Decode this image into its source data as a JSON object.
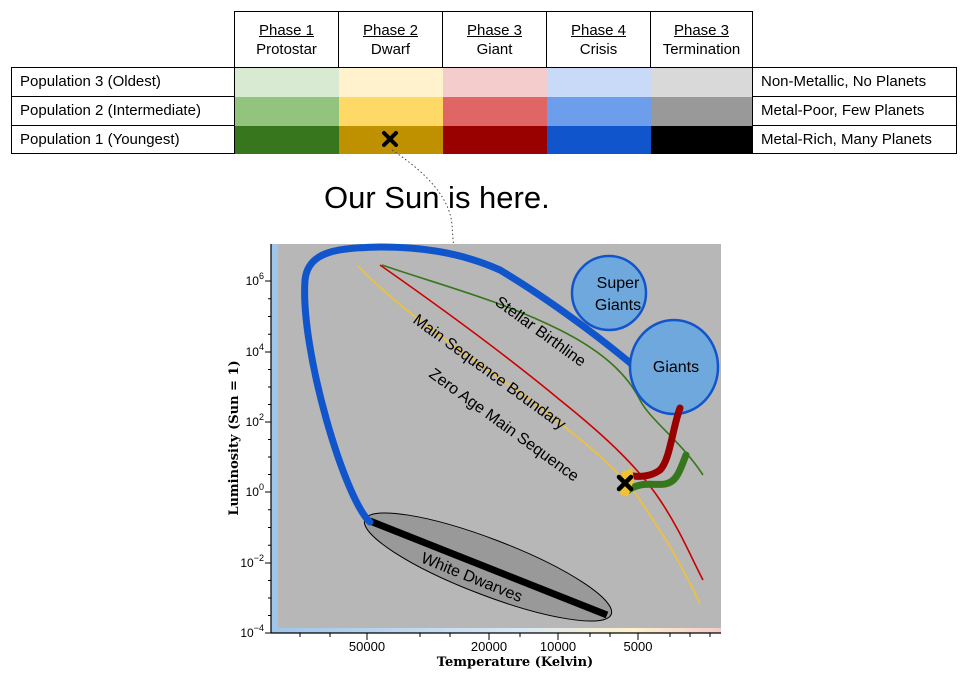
{
  "phases": [
    {
      "phase": "Phase 1",
      "name": "Protostar"
    },
    {
      "phase": "Phase 2",
      "name": "Dwarf"
    },
    {
      "phase": "Phase 3",
      "name": "Giant"
    },
    {
      "phase": "Phase 4",
      "name": "Crisis"
    },
    {
      "phase": "Phase 3",
      "name": "Termination"
    }
  ],
  "populations": [
    {
      "label": "Population 3 (Oldest)",
      "description": "Non-Metallic, No Planets",
      "colors": [
        "#d9ead3",
        "#fff2cc",
        "#f4cccc",
        "#c9daf8",
        "#d9d9d9"
      ]
    },
    {
      "label": "Population 2 (Intermediate)",
      "description": "Metal-Poor, Few Planets",
      "colors": [
        "#93c47d",
        "#ffd966",
        "#e06666",
        "#6d9eeb",
        "#999999"
      ]
    },
    {
      "label": "Population 1 (Youngest)",
      "description": "Metal-Rich, Many Planets",
      "colors": [
        "#38761d",
        "#bf9000",
        "#990000",
        "#1155cc",
        "#000000"
      ]
    }
  ],
  "sun_note": "Our Sun is here.",
  "plot": {
    "ylabel": "Luminosity (Sun = 1)",
    "xlabel": "Temperature (Kelvin)",
    "x_ticks": [
      "50000",
      "20000",
      "10000",
      "5000"
    ],
    "y_ticks": [
      {
        "base": "10",
        "exp": "6"
      },
      {
        "base": "10",
        "exp": "4"
      },
      {
        "base": "10",
        "exp": "2"
      },
      {
        "base": "10",
        "exp": "0"
      },
      {
        "base": "10",
        "exp": "−2"
      },
      {
        "base": "10",
        "exp": "−4"
      }
    ],
    "labels": {
      "super_giants_1": "Super",
      "super_giants_2": "Giants",
      "giants": "Giants",
      "birthline": "Stellar Birthline",
      "ms_boundary": "Main Sequence Boundary",
      "zams": "Zero Age Main Sequence",
      "white_dwarves": "White Dwarves"
    },
    "colors": {
      "background": "#b7b7b7",
      "protostar_track": "#1155cc",
      "giant_track": "#990000",
      "crisis_track": "#38761d",
      "ms_boundary": "#cc0000",
      "zams": "#f1c232",
      "birthline": "#38761d",
      "giant_blobs": "#6fa8dc"
    }
  }
}
